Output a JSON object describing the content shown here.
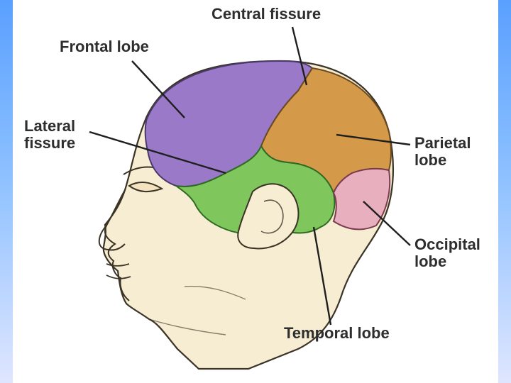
{
  "labels": {
    "central_fissure": "Central fissure",
    "frontal_lobe": "Frontal lobe",
    "lateral_fissure": [
      "Lateral",
      "fissure"
    ],
    "parietal_lobe": [
      "Parietal",
      "lobe"
    ],
    "occipital_lobe": [
      "Occipital",
      "lobe"
    ],
    "temporal_lobe": "Temporal lobe"
  },
  "colors": {
    "frontal_lobe": "#9a79c8",
    "parietal_lobe": "#d49a4a",
    "temporal_lobe": "#7fc75c",
    "occipital_lobe": "#e8b0bf",
    "skin": "#f7edd2",
    "background_left_border": "#5aa0ff",
    "label_text": "#2e2e2e"
  }
}
